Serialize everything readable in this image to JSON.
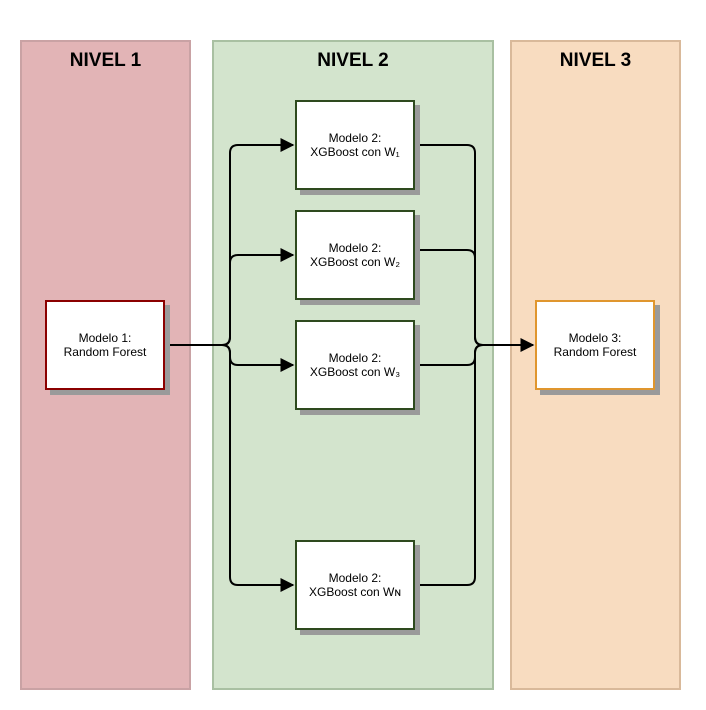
{
  "colors": {
    "lane1_fill": "#e2b4b6",
    "lane2_fill": "#d3e4cd",
    "lane3_fill": "#f8dcc0",
    "lane1_border": "#c9a2a4",
    "lane2_border": "#a9c0a2",
    "lane3_border": "#d9b99a",
    "node1_border": "#8b0000",
    "node2_border": "#2e4a1e",
    "node3_border": "#e0962e",
    "arrow": "#000000"
  },
  "lanes": [
    {
      "id": "nivel-1",
      "title": "NIVEL 1"
    },
    {
      "id": "nivel-2",
      "title": "NIVEL 2"
    },
    {
      "id": "nivel-3",
      "title": "NIVEL 3"
    }
  ],
  "nodes": {
    "modelo1": {
      "line1": "Modelo 1:",
      "line2": "Random Forest"
    },
    "xgb1": {
      "line1": "Modelo 2:",
      "line2": "XGBoost con W₁"
    },
    "xgb2": {
      "line1": "Modelo 2:",
      "line2": "XGBoost con W₂"
    },
    "xgb3": {
      "line1": "Modelo 2:",
      "line2": "XGBoost con W₃"
    },
    "xgbn": {
      "line1": "Modelo 2:",
      "line2": "XGBoost con Wɴ"
    },
    "modelo3": {
      "line1": "Modelo 3:",
      "line2": "Random Forest"
    }
  },
  "edges": [
    {
      "from": "modelo1",
      "to": "xgb1"
    },
    {
      "from": "modelo1",
      "to": "xgb2"
    },
    {
      "from": "modelo1",
      "to": "xgb3"
    },
    {
      "from": "modelo1",
      "to": "xgbn"
    },
    {
      "from": "xgb1",
      "to": "modelo3"
    },
    {
      "from": "xgb2",
      "to": "modelo3"
    },
    {
      "from": "xgb3",
      "to": "modelo3"
    },
    {
      "from": "xgbn",
      "to": "modelo3"
    }
  ]
}
